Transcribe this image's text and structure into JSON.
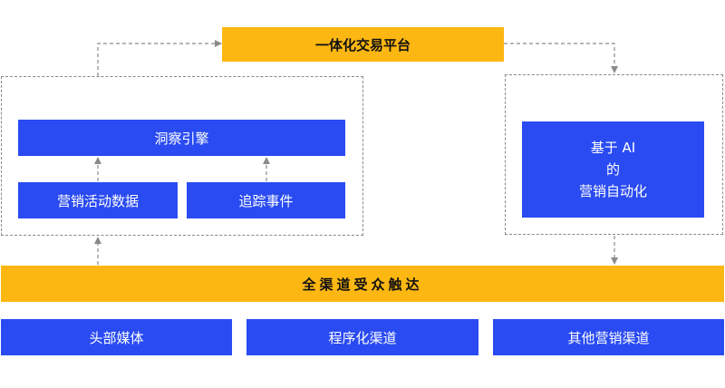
{
  "platform": {
    "label": "一体化交易平台"
  },
  "insight": {
    "engine_label": "洞察引擎",
    "marketing_data_label": "营销活动数据",
    "tracking_events_label": "追踪事件"
  },
  "ai": {
    "line1": "基于 AI",
    "line2": "的",
    "line3": "营销自动化"
  },
  "omni": {
    "label": "全渠道受众触达"
  },
  "channels": [
    {
      "label": "头部媒体"
    },
    {
      "label": "程序化渠道"
    },
    {
      "label": "其他营销渠道"
    }
  ],
  "colors": {
    "accent_yellow": "#FDB712",
    "accent_blue": "#2A4BF2",
    "connector_gray": "#8a8a8a"
  }
}
